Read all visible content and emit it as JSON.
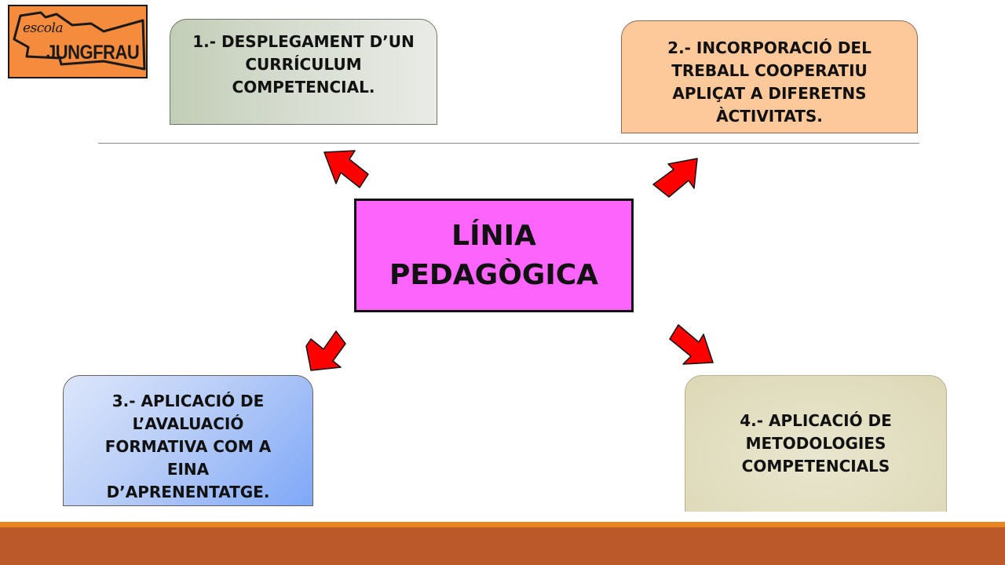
{
  "logo": {
    "script_text": "escola",
    "main_text": "JUNGFRAU",
    "background": "#f58b3c"
  },
  "center": {
    "lines": [
      "LÍNIA",
      "PEDAGÒGICA"
    ],
    "background": "#fc64fc"
  },
  "boxes": [
    {
      "lines": [
        "1.- DESPLEGAMENT D’UN",
        "CURRÍCULUM",
        "COMPETENCIAL."
      ],
      "color": "#c8d2bc"
    },
    {
      "lines": [
        "2.- INCORPORACIÓ DEL",
        "TREBALL COOPERATIU",
        "APLIÇAT A DIFERETNS",
        "ÀCTIVITATS."
      ],
      "color": "#fdc99a"
    },
    {
      "lines": [
        "3.- APLICACIÓ DE",
        "L’AVALUACIÓ",
        "FORMATIVA COM A",
        "EINA",
        "D’APRENENTATGE."
      ],
      "color": "#a9c3f7"
    },
    {
      "lines": [
        "4.- APLICACIÓ DE",
        "METODOLOGIES",
        "COMPETENCIALS"
      ],
      "color": "#e0dcbd"
    }
  ],
  "arrows": {
    "color": "#ff0000",
    "directions": [
      "up-left",
      "up-right",
      "down-left",
      "down-right"
    ]
  },
  "footer": {
    "accent_color": "#e6861c",
    "band_color": "#bc592b"
  }
}
